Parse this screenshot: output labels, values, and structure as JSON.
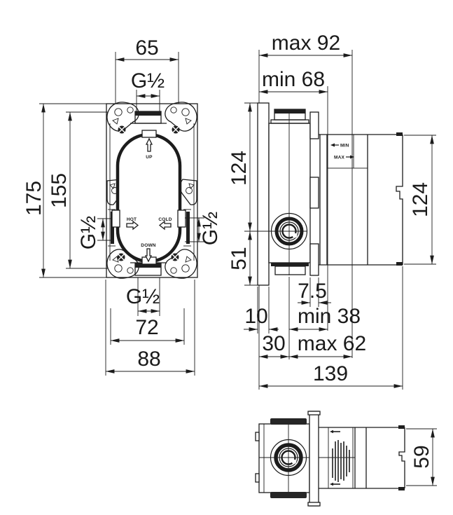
{
  "style": {
    "ink": "#1c1c1c",
    "background": "#ffffff"
  },
  "front": {
    "dim_65": "65",
    "thread_top": "G½",
    "dim_175": "175",
    "dim_155": "155",
    "thread_left": "G½",
    "thread_right": "G½",
    "thread_bottom": "G½",
    "dim_72": "72",
    "dim_88": "88",
    "label_up": "UP",
    "label_hot": "HOT",
    "label_cold": "COLD",
    "label_down": "DOWN"
  },
  "side": {
    "dim_max92": "max 92",
    "dim_min68": "min 68",
    "dim_124_left": "124",
    "dim_51": "51",
    "dim_124_right": "124",
    "dim_7_5": "7.5",
    "dim_10": "10",
    "dim_min38": "min 38",
    "dim_30": "30",
    "dim_max62": "max 62",
    "dim_139": "139",
    "label_min": "MIN",
    "label_max": "MAX"
  },
  "bottom": {
    "dim_59": "59"
  }
}
